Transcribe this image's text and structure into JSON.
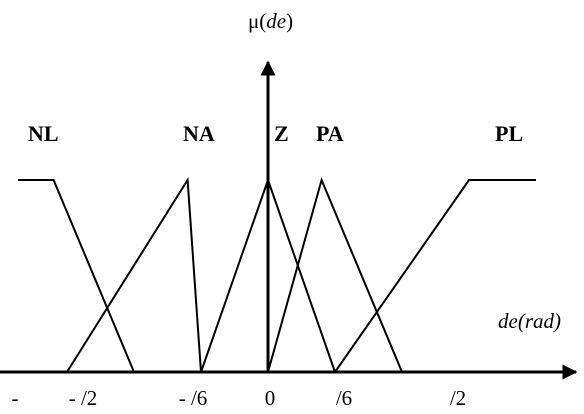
{
  "diagram": {
    "y_axis_label": {
      "prefix": "μ(",
      "var": "de",
      "suffix": ")"
    },
    "x_axis_label": "de(rad)",
    "sets": [
      {
        "name": "NL",
        "points": [
          [
            -1.0,
            1
          ],
          [
            -0.8,
            1
          ],
          [
            -0.5,
            0
          ]
        ]
      },
      {
        "name": "NA",
        "points": [
          [
            -0.75,
            0
          ],
          [
            -0.3,
            1
          ],
          [
            -0.25,
            0
          ]
        ]
      },
      {
        "name": "Z",
        "points": [
          [
            -0.25,
            0
          ],
          [
            0,
            1
          ],
          [
            0.25,
            0
          ]
        ]
      },
      {
        "name": "PA",
        "points": [
          [
            0,
            0
          ],
          [
            0.2,
            1
          ],
          [
            0.5,
            0
          ]
        ]
      },
      {
        "name": "PL",
        "points": [
          [
            0.25,
            0
          ],
          [
            0.75,
            1
          ],
          [
            1.0,
            1
          ]
        ]
      }
    ],
    "x_ticks": [
      "-",
      "- /2",
      "- /6",
      "0",
      "/6",
      "/2"
    ]
  }
}
